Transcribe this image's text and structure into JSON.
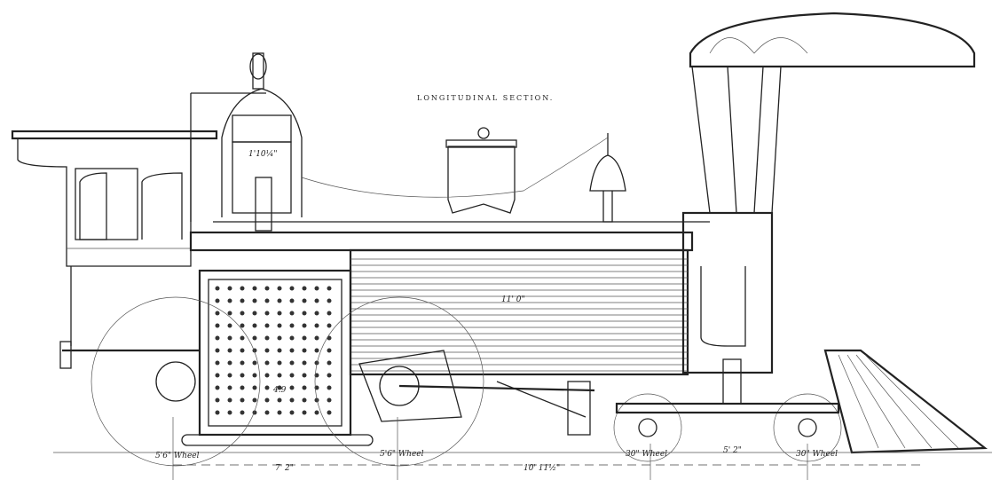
{
  "title": "LONGITUDINAL SECTION.",
  "labels": {
    "dome_diameter": "1'10¼\"",
    "boiler_length": "11' 0\"",
    "firebox": "4.9",
    "driver_wheel_rear": "5'6\" Wheel",
    "driver_wheel_front": "5'6\" Wheel",
    "truck_wheel_rear": "30\" Wheel",
    "truck_wheel_front": "30\" Wheel",
    "driver_wheelbase": "7' 2\"",
    "total_wheelbase": "10' 11½\"",
    "truck_wheelbase": "5' 2\""
  },
  "colors": {
    "ink": "#222222",
    "paper": "#ffffff"
  }
}
